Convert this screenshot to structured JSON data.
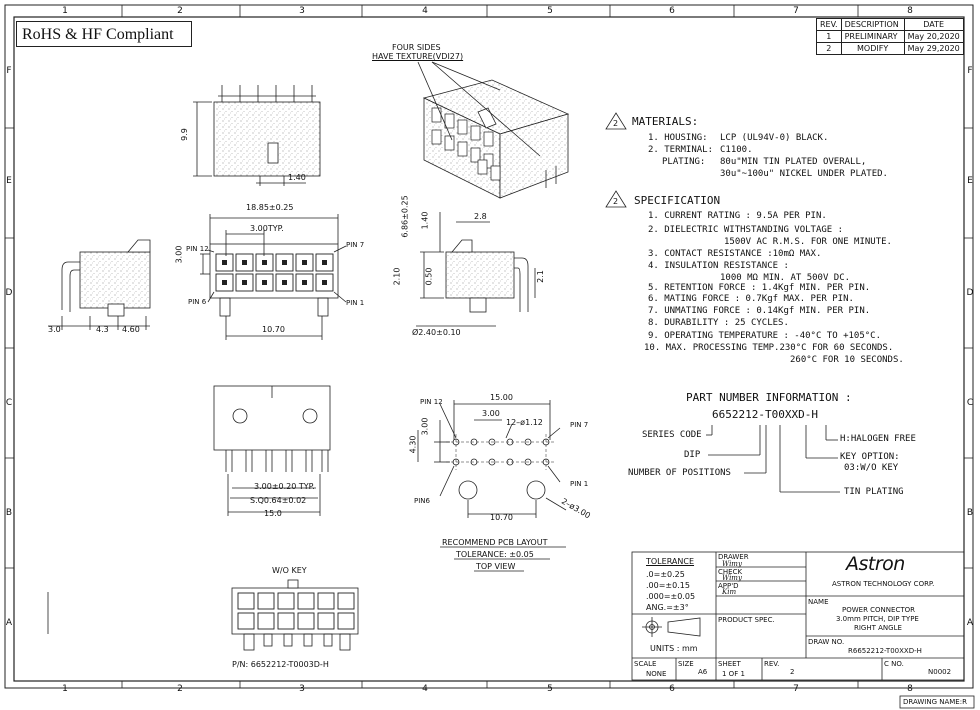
{
  "compliance": "RoHS & HF Compliant",
  "grid": {
    "columns": [
      "1",
      "2",
      "3",
      "4",
      "5",
      "6",
      "7",
      "8"
    ],
    "rows": [
      "F",
      "E",
      "D",
      "C",
      "B",
      "A"
    ]
  },
  "revisions": {
    "headers": [
      "REV.",
      "DESCRIPTION",
      "DATE"
    ],
    "rows": [
      {
        "rev": "1",
        "desc": "PRELIMINARY",
        "date": "May 20,2020"
      },
      {
        "rev": "2",
        "desc": "MODIFY",
        "date": "May 29,2020"
      }
    ]
  },
  "views": {
    "texture_note": [
      "FOUR SIDES",
      "HAVE TEXTURE(VDI27)"
    ],
    "dim_9_9": "9.9",
    "dim_1_40": "1.40",
    "dim_18_85": "18.85±0.25",
    "dim_3_00_typ": "3.00TYP.",
    "dim_3_00": "3.00",
    "pin12": "PIN 12",
    "pin6": "PIN 6",
    "pin7": "PIN 7",
    "pin1": "PIN 1",
    "dim_10_70": "10.70",
    "dim_3_0": "3.0",
    "dim_4_3": "4.3",
    "dim_4_60": "4.60",
    "dim_6_86": "6.86±0.25",
    "dim_1_40b": "1.40",
    "dim_2_8": "2.8",
    "dim_2_10": "2.10",
    "dim_0_50": "0.50",
    "dim_2_1": "2.1",
    "dim_dia_2_40": "Ø2.40±0.10",
    "dim_3_00_020": "3.00±0.20 TYP.",
    "dim_sq064": "S.Q0.64±0.02",
    "dim_15_0": "15.0",
    "pcb_15_00": "15.00",
    "pcb_3_00": "3.00",
    "pcb_12_dia": "12–ø1.12",
    "pcb_3_00_v": "3.00",
    "pcb_4_30": "4.30",
    "pcb_pin12": "PIN 12",
    "pcb_pin7": "PIN 7",
    "pcb_pin6": "PIN6",
    "pcb_pin1": "PIN 1",
    "pcb_2_dia": "2–ø3.00",
    "pcb_10_70": "10.70",
    "pcb_title": "RECOMMEND PCB LAYOUT",
    "pcb_tol": "TOLERANCE: ±0.05",
    "pcb_top": "TOP VIEW",
    "wo_key": "W/O KEY",
    "pn": "P/N: 6652212-T0003D-H"
  },
  "materials": {
    "num": "2",
    "title": "MATERIALS:",
    "lines": [
      {
        "k": "1. HOUSING:",
        "v": "LCP (UL94V-0) BLACK."
      },
      {
        "k": "2. TERMINAL:",
        "v": "C1100."
      },
      {
        "k": "PLATING:",
        "v": "80u\"MIN TIN PLATED OVERALL,"
      },
      {
        "k": "",
        "v": "30u\"~100u\" NICKEL UNDER PLATED."
      }
    ]
  },
  "specification": {
    "num": "2",
    "title": "SPECIFICATION",
    "lines": [
      "1. CURRENT RATING : 9.5A PER PIN.",
      "2. DIELECTRIC WITHSTANDING VOLTAGE :",
      "1500V AC R.M.S. FOR ONE MINUTE.",
      "3. CONTACT RESISTANCE :10mΩ MAX.",
      "4. INSULATION RESISTANCE :",
      "1000 MΩ  MIN. AT 500V DC.",
      "5. RETENTION FORCE : 1.4Kgf MIN. PER PIN.",
      "6. MATING FORCE : 0.7Kgf MAX. PER PIN.",
      "7. UNMATING FORCE : 0.14Kgf MIN. PER PIN.",
      "8. DURABILITY : 25 CYCLES.",
      "9. OPERATING TEMPERATURE : -40°C TO +105°C.",
      "10. MAX. PROCESSING TEMP.230°C FOR 60 SECONDS.",
      "260°C FOR 10 SECONDS."
    ]
  },
  "part_number": {
    "title": "PART NUMBER INFORMATION :",
    "code": "6652212-T00XXD-H",
    "series": "SERIES CODE",
    "dip": "DIP",
    "positions": "NUMBER OF POSITIONS",
    "halogen": "H:HALOGEN FREE",
    "key_option": "KEY OPTION:",
    "key_val": "03:W/O KEY",
    "tin": "TIN PLATING"
  },
  "title_block": {
    "tolerance": "TOLERANCE",
    "tol_lines": [
      ".0=±0.25",
      ".00=±0.15",
      ".000=±0.05",
      "ANG.=±3°"
    ],
    "drawer": "DRAWER",
    "check": "CHECK",
    "appd": "APP'D",
    "sig1": "Wimy",
    "sig2": "Wimy",
    "sig3": "Kim",
    "logo": "Astron",
    "company": "ASTRON TECHNOLOGY CORP.",
    "name_lbl": "NAME",
    "name_lines": [
      "POWER CONNECTOR",
      "3.0mm PITCH, DIP TYPE",
      "RIGHT ANGLE"
    ],
    "product_spec": "PRODUCT SPEC.",
    "draw_no_lbl": "DRAW NO.",
    "draw_no": "R6652212-T00XXD-H",
    "units": "UNITS : mm",
    "scale_lbl": "SCALE",
    "scale": "NONE",
    "size_lbl": "SIZE",
    "size": "A6",
    "sheet_lbl": "SHEET",
    "sheet": "1 OF 1",
    "rev_lbl": "REV.",
    "rev": "2",
    "cno_lbl": "C NO.",
    "cno": "N0002",
    "drawing_name": "DRAWING NAME:R"
  }
}
